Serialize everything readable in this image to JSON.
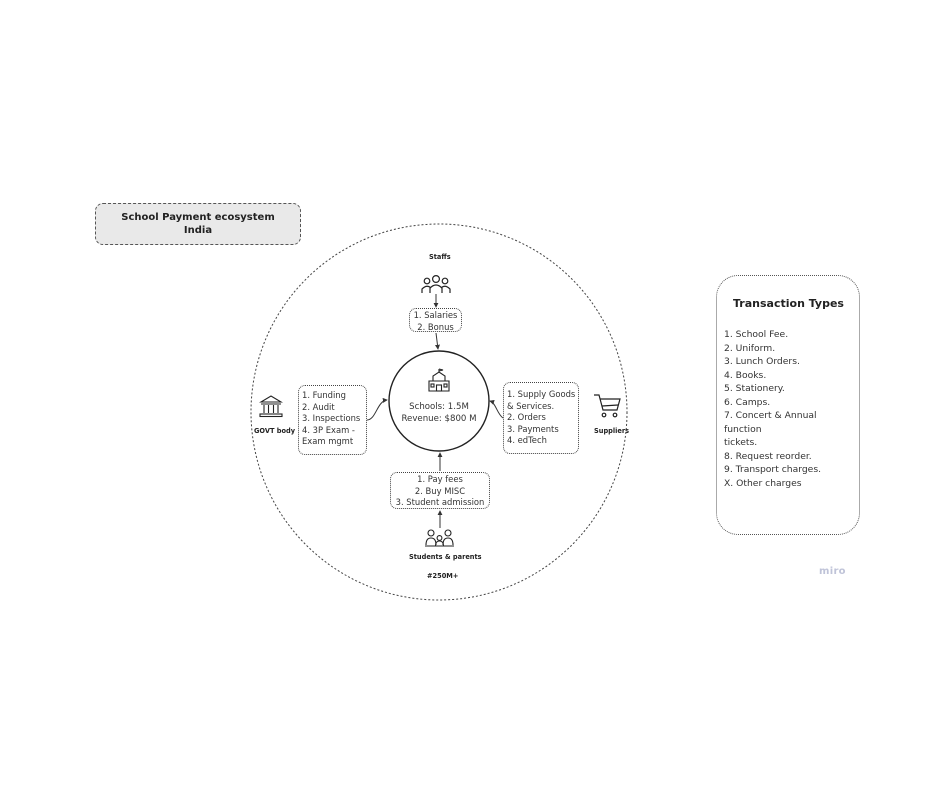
{
  "title_card": {
    "line1": "School Payment ecosystem",
    "line2": "India"
  },
  "nodes": {
    "staffs": {
      "label": "Staffs",
      "icon": "people-group-icon"
    },
    "govt": {
      "label": "GOVT body",
      "icon": "government-building-icon"
    },
    "suppliers": {
      "label": "Suppliers",
      "icon": "shopping-cart-icon"
    },
    "students": {
      "label": "Students & parents",
      "count": "#250M+",
      "icon": "students-parents-icon"
    }
  },
  "center": {
    "icon": "school-building-icon",
    "line1": "Schools: 1.5M",
    "line2": "Revenue: $800 M"
  },
  "flows": {
    "staffs": [
      "1. Salaries",
      "2. Bonus"
    ],
    "govt": [
      "1. Funding",
      "2. Audit",
      "3. Inspections",
      "4. 3P Exam -",
      "Exam mgmt"
    ],
    "suppliers": [
      "1. Supply Goods",
      "& Services.",
      "2. Orders",
      "3. Payments",
      "4. edTech"
    ],
    "students": [
      "1. Pay fees",
      "2. Buy MISC",
      "3. Student admission"
    ]
  },
  "transaction_types": {
    "title": "Transaction Types",
    "items": [
      "1. School Fee.",
      "2. Uniform.",
      "3. Lunch Orders.",
      "4. Books.",
      "5. Stationery.",
      "6. Camps.",
      "7. Concert & Annual function",
      "tickets.",
      "8. Request reorder.",
      "9. Transport charges.",
      "X. Other charges"
    ]
  },
  "watermark": "miro"
}
